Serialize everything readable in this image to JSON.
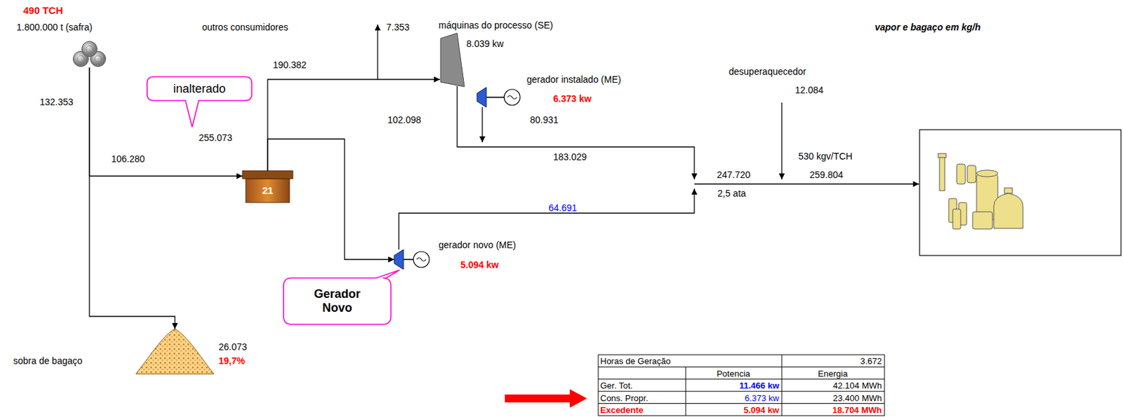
{
  "diagram": {
    "nodes": [
      {
        "text": [
          "490 TCH",
          "1.800.000 t (safra)"
        ]
      },
      {
        "text": [
          "inalterado"
        ]
      },
      {
        "text": [
          "21"
        ]
      },
      {
        "text": [
          "máquinas do processo (SE)",
          "8.039 kw"
        ]
      },
      {
        "text": [
          "gerador instalado (ME)",
          "6.373 kw"
        ]
      },
      {
        "text": [
          "gerador novo (ME)",
          "5.094 kw"
        ]
      },
      {
        "text": [
          "Gerador Novo"
        ]
      },
      {
        "text": [
          "sobra de bagaço",
          "26.073",
          "19,7%"
        ]
      }
    ],
    "edges": [
      {
        "from": 0,
        "to": 2,
        "label": "106.280",
        "arrow": "to"
      },
      {
        "from": 0,
        "to": 7,
        "arrow": "to"
      },
      {
        "from": 2,
        "to": 3,
        "label": "190.382",
        "arrow": "to"
      },
      {
        "from": 2,
        "to": 5,
        "arrow": "to"
      }
    ],
    "labels": [
      "vapor e bagaço em kg/h",
      "132.353",
      "outros consumidores",
      "7.353",
      "255.073",
      "102.098",
      "80.931",
      "183.029",
      "desuperaquecedor",
      "12.084",
      "247.720",
      "2,5 ata",
      "530 kgv/TCH",
      "259.804",
      "64.691",
      "Horas de Geração",
      "3.672",
      "Potencia",
      "Energia",
      "Ger. Tot.",
      "11.466 kw",
      "42.104 MWh",
      "Cons. Propr.",
      "6.373 kw",
      "23.400 MWh",
      "Excedente",
      "5.094 kw",
      "18.704 MWh"
    ]
  }
}
